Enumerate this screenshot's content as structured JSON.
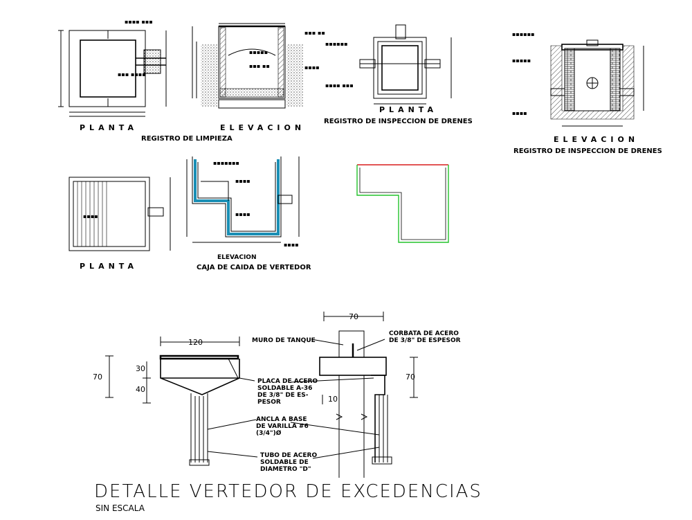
{
  "drawings": {
    "registro_limpieza": {
      "planta_label": "PLANTA",
      "elevacion_label": "ELEVACION",
      "title": "REGISTRO DE LIMPIEZA"
    },
    "registro_drenes_1": {
      "planta_label": "PLANTA",
      "title": "REGISTRO DE INSPECCION DE DRENES"
    },
    "registro_drenes_2": {
      "elevacion_label": "ELEVACION",
      "title": "REGISTRO DE INSPECCION DE DRENES"
    },
    "caja_caida": {
      "planta_label": "PLANTA",
      "elevacion_label": "ELEVACION",
      "title": "CAJA DE CAIDA DE VERTEDOR"
    }
  },
  "vertedor_detail": {
    "title": "DETALLE VERTEDOR DE EXCEDENCIAS",
    "subtitle": "SIN ESCALA",
    "dims": {
      "top_width": "70",
      "left_width": "120",
      "left_height": "70",
      "step_upper": "30",
      "step_lower": "40",
      "right_height": "70",
      "gap": "10"
    },
    "labels": {
      "muro": "MURO DE TANQUE",
      "corbata_1": "CORBATA DE ACERO",
      "corbata_2": "DE 3/8\" DE ESPESOR",
      "placa_1": "PLACA DE ACERO",
      "placa_2": "SOLDABLE A-36",
      "placa_3": "DE 3/8\" DE ES-",
      "placa_4": "PESOR",
      "ancla_1": "ANCLA A BASE",
      "ancla_2": "DE VARILLA #6",
      "ancla_3": "(3/4\")Ø",
      "tubo_1": "TUBO DE ACERO",
      "tubo_2": "SOLDABLE DE",
      "tubo_3": "DIAMETRO \"D\""
    }
  },
  "colors": {
    "line": "#000000",
    "sketch_red": "#d81b1b",
    "sketch_green": "#22c22a",
    "waterproof": "#1a8fb5"
  }
}
